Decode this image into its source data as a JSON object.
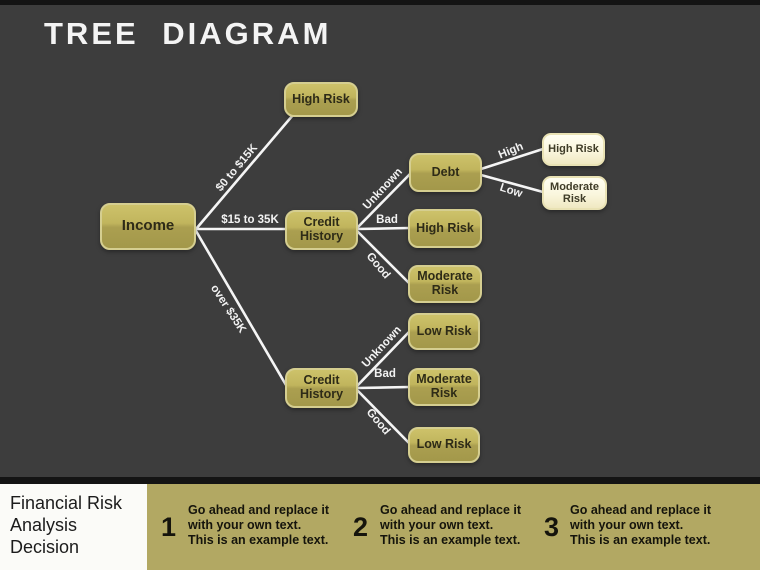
{
  "title": "TREE  DIAGRAM",
  "colors": {
    "background": "#3d3d3d",
    "node_olive_top": "#cdc26a",
    "node_olive_bottom": "#a3984a",
    "node_cream": "#faf6dd",
    "connector": "#ffffff",
    "footer_bar": "#b2a863",
    "footer_panel": "#fbfbf8",
    "title_text": "#f4f4f4"
  },
  "nodes": [
    {
      "id": "income",
      "label": "Income"
    },
    {
      "id": "high-risk-top",
      "label": "High Risk"
    },
    {
      "id": "credit-history-1",
      "label": "Credit History"
    },
    {
      "id": "debt",
      "label": "Debt"
    },
    {
      "id": "high-risk-2",
      "label": "High Risk"
    },
    {
      "id": "moderate-risk-1",
      "label": "Moderate Risk"
    },
    {
      "id": "high-risk-3",
      "label": "High Risk"
    },
    {
      "id": "moderate-risk-2",
      "label": "Moderate Risk"
    },
    {
      "id": "low-risk-1",
      "label": "Low Risk"
    },
    {
      "id": "credit-history-2",
      "label": "Credit History"
    },
    {
      "id": "moderate-risk-3",
      "label": "Moderate Risk"
    },
    {
      "id": "low-risk-2",
      "label": "Low Risk"
    }
  ],
  "edge_labels": [
    {
      "id": "income-0-15k",
      "label": "$0 to $15K"
    },
    {
      "id": "income-15-35k",
      "label": "$15 to 35K"
    },
    {
      "id": "income-over-35k",
      "label": "over $35K"
    },
    {
      "id": "ch1-unknown",
      "label": "Unknown"
    },
    {
      "id": "ch1-bad",
      "label": "Bad"
    },
    {
      "id": "ch1-good",
      "label": "Good"
    },
    {
      "id": "debt-high",
      "label": "High"
    },
    {
      "id": "debt-low",
      "label": "Low"
    },
    {
      "id": "ch2-unknown",
      "label": "Unknown"
    },
    {
      "id": "ch2-bad",
      "label": "Bad"
    },
    {
      "id": "ch2-good",
      "label": "Good"
    }
  ],
  "footer": {
    "heading": "Financial Risk\nAnalysis\nDecision",
    "steps": [
      {
        "number": "1",
        "text": "Go ahead and replace it\nwith your own text.\nThis is an example text."
      },
      {
        "number": "2",
        "text": "Go ahead and replace it\nwith your own text.\nThis is an example text."
      },
      {
        "number": "3",
        "text": "Go ahead and replace it\nwith your own text.\nThis is an example text."
      }
    ]
  }
}
